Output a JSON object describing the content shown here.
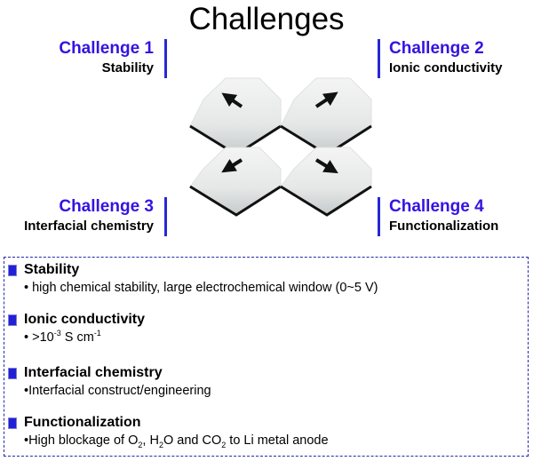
{
  "title": "Challenges",
  "challenges": [
    {
      "label": "Challenge 1",
      "name": "Stability",
      "arrow": "up-left"
    },
    {
      "label": "Challenge 2",
      "name": "Ionic conductivity",
      "arrow": "up-right"
    },
    {
      "label": "Challenge 3",
      "name": "Interfacial chemistry",
      "arrow": "down-left"
    },
    {
      "label": "Challenge 4",
      "name": "Functionalization",
      "arrow": "down-right"
    }
  ],
  "details": [
    {
      "heading": "Stability",
      "desc": "• high chemical stability, large electrochemical window (0~5 V)"
    },
    {
      "heading": "Ionic  conductivity",
      "desc_parts": [
        "• >10",
        "-3",
        " S cm",
        "-1",
        ""
      ]
    },
    {
      "heading": "Interfacial chemistry",
      "desc": "•Interfacial construct/engineering"
    },
    {
      "heading": "Functionalization",
      "desc_parts": [
        "•High blockage of O",
        "2",
        ", H",
        "2",
        "O and CO",
        "2",
        " to Li metal anode"
      ]
    }
  ],
  "colors": {
    "accent": "#3314e0",
    "bar": "#2727d6",
    "bullet": "#2020d8"
  }
}
